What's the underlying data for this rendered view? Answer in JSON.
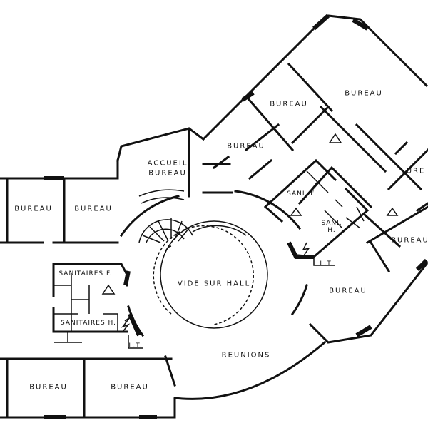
{
  "plan": {
    "rooms": {
      "bureau_left_top_1": "BUREAU",
      "bureau_left_top_2": "BUREAU",
      "bureau_left_bottom_1": "BUREAU",
      "bureau_left_bottom_2": "BUREAU",
      "accueil": "ACCUEIL",
      "accueil_bureau": "BUREAU",
      "bureau_center_top": "BUREAU",
      "bureau_upper_1": "BUREAU",
      "bureau_upper_2": "BUREAU",
      "bureau_right_partial": "URE",
      "bureau_right": "BUREAU",
      "bureau_right_lower": "BUREAU",
      "sani_f": "SANI. F.",
      "sani_h": "SANI. H.",
      "sanitaires_f": "SANITAIRES F.",
      "sanitaires_h": "SANITAIRES H.",
      "vide_sur_hall": "VIDE SUR HALL",
      "reunions": "REUNIONS",
      "lt_left": "L.T.",
      "lt_right": "L.T."
    }
  }
}
